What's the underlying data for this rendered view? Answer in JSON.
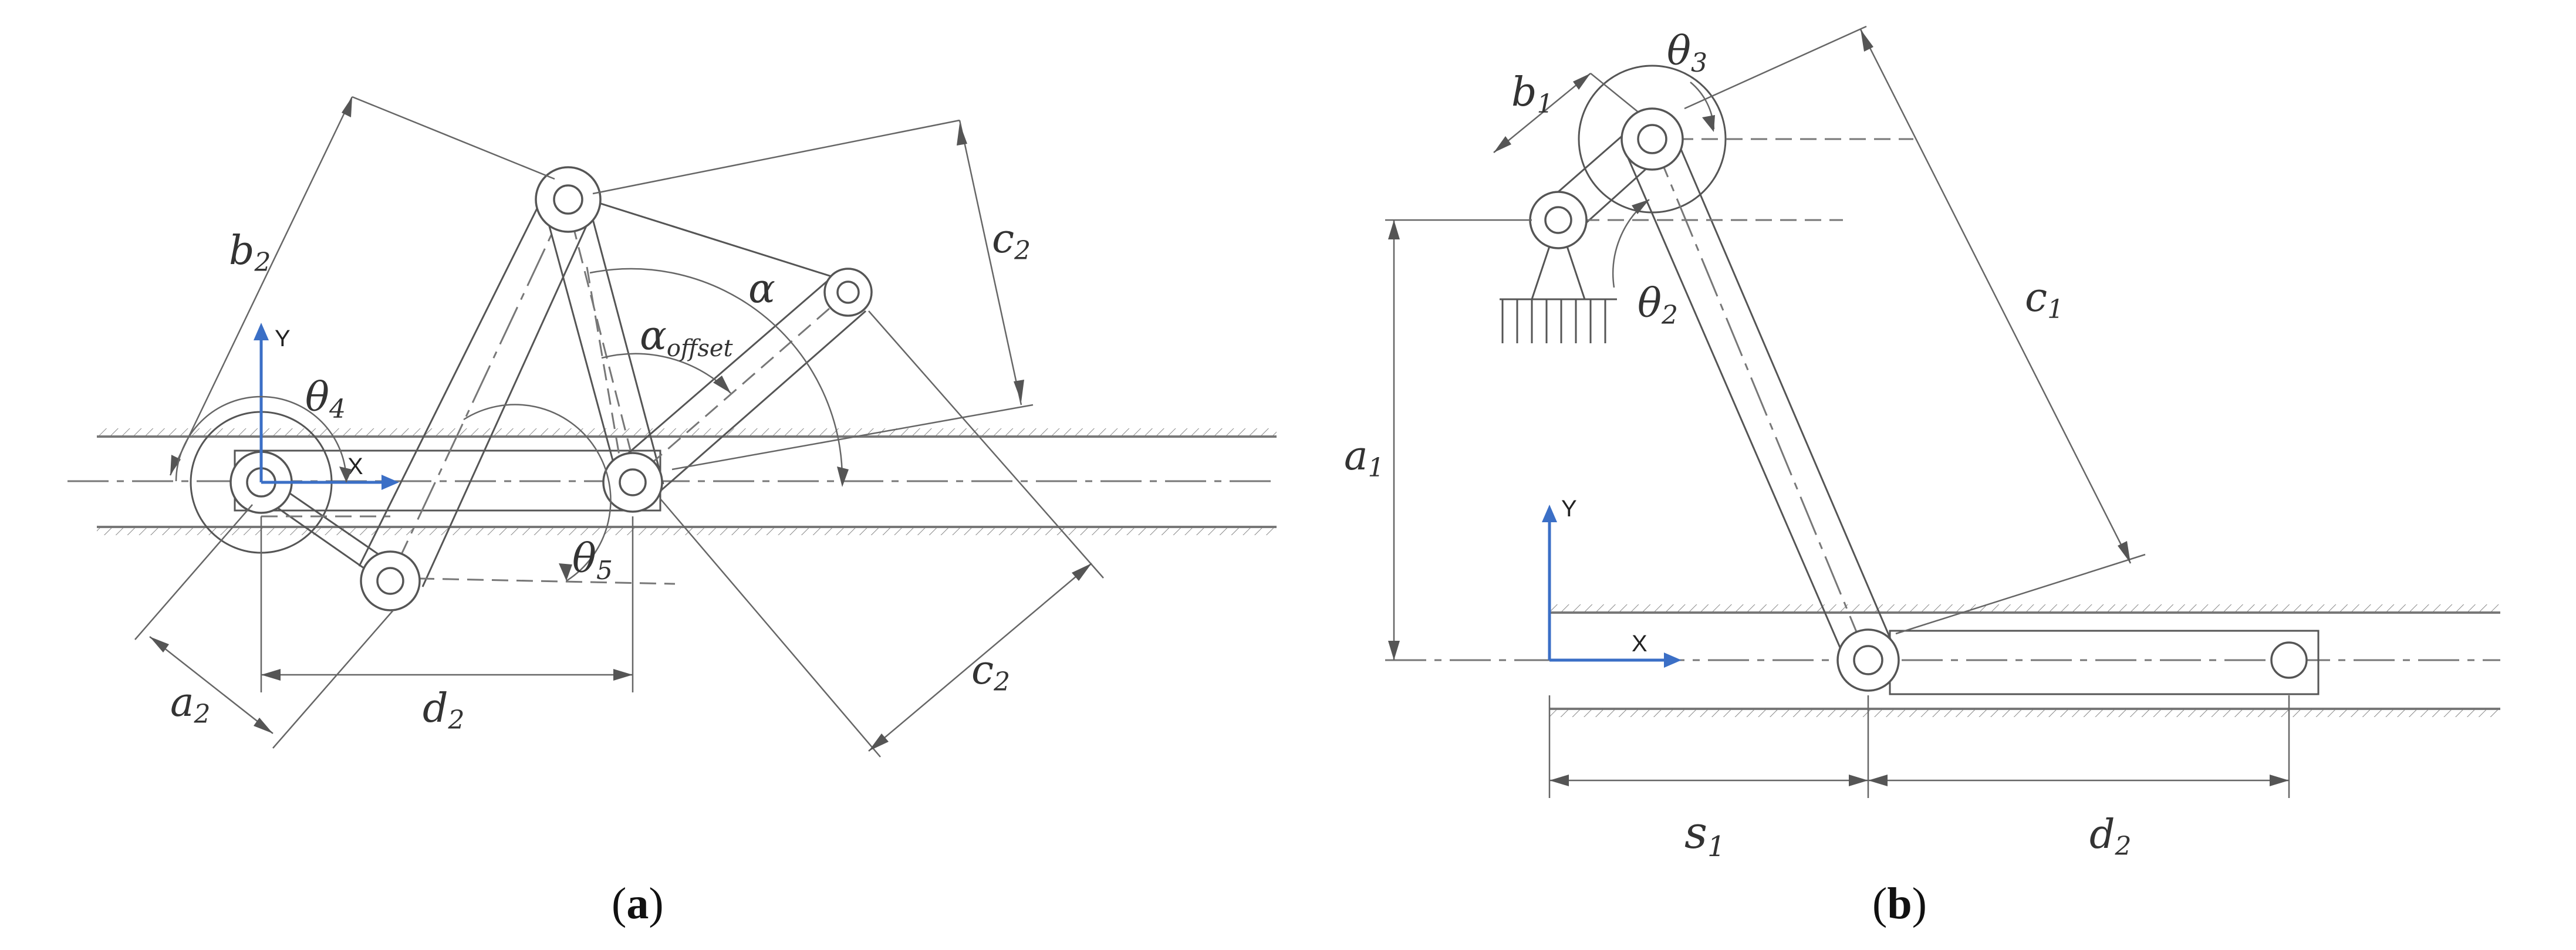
{
  "panel_a": {
    "caption_open": "(",
    "caption_letter": "a",
    "caption_close": ")",
    "labels": {
      "b2": "b",
      "b2_sub": "2",
      "c2_top": "c",
      "c2_top_sub": "2",
      "c2_bottom": "c",
      "c2_bottom_sub": "2",
      "a2": "a",
      "a2_sub": "2",
      "d2": "d",
      "d2_sub": "2",
      "theta4": "θ",
      "theta4_sub": "4",
      "theta5": "θ",
      "theta5_sub": "5",
      "alpha": "α",
      "alpha_offset": "α",
      "alpha_offset_sub": "offset"
    },
    "axes": {
      "x": "X",
      "y": "Y"
    }
  },
  "panel_b": {
    "caption_open": "(",
    "caption_letter": "b",
    "caption_close": ")",
    "labels": {
      "b1": "b",
      "b1_sub": "1",
      "c1": "c",
      "c1_sub": "1",
      "a1": "a",
      "a1_sub": "1",
      "s1": "s",
      "s1_sub": "1",
      "d2": "d",
      "d2_sub": "2",
      "theta2": "θ",
      "theta2_sub": "2",
      "theta3": "θ",
      "theta3_sub": "3"
    },
    "axes": {
      "x": "X",
      "y": "Y"
    }
  },
  "colors": {
    "axis": "#3b6fc6",
    "line": "#555555"
  }
}
